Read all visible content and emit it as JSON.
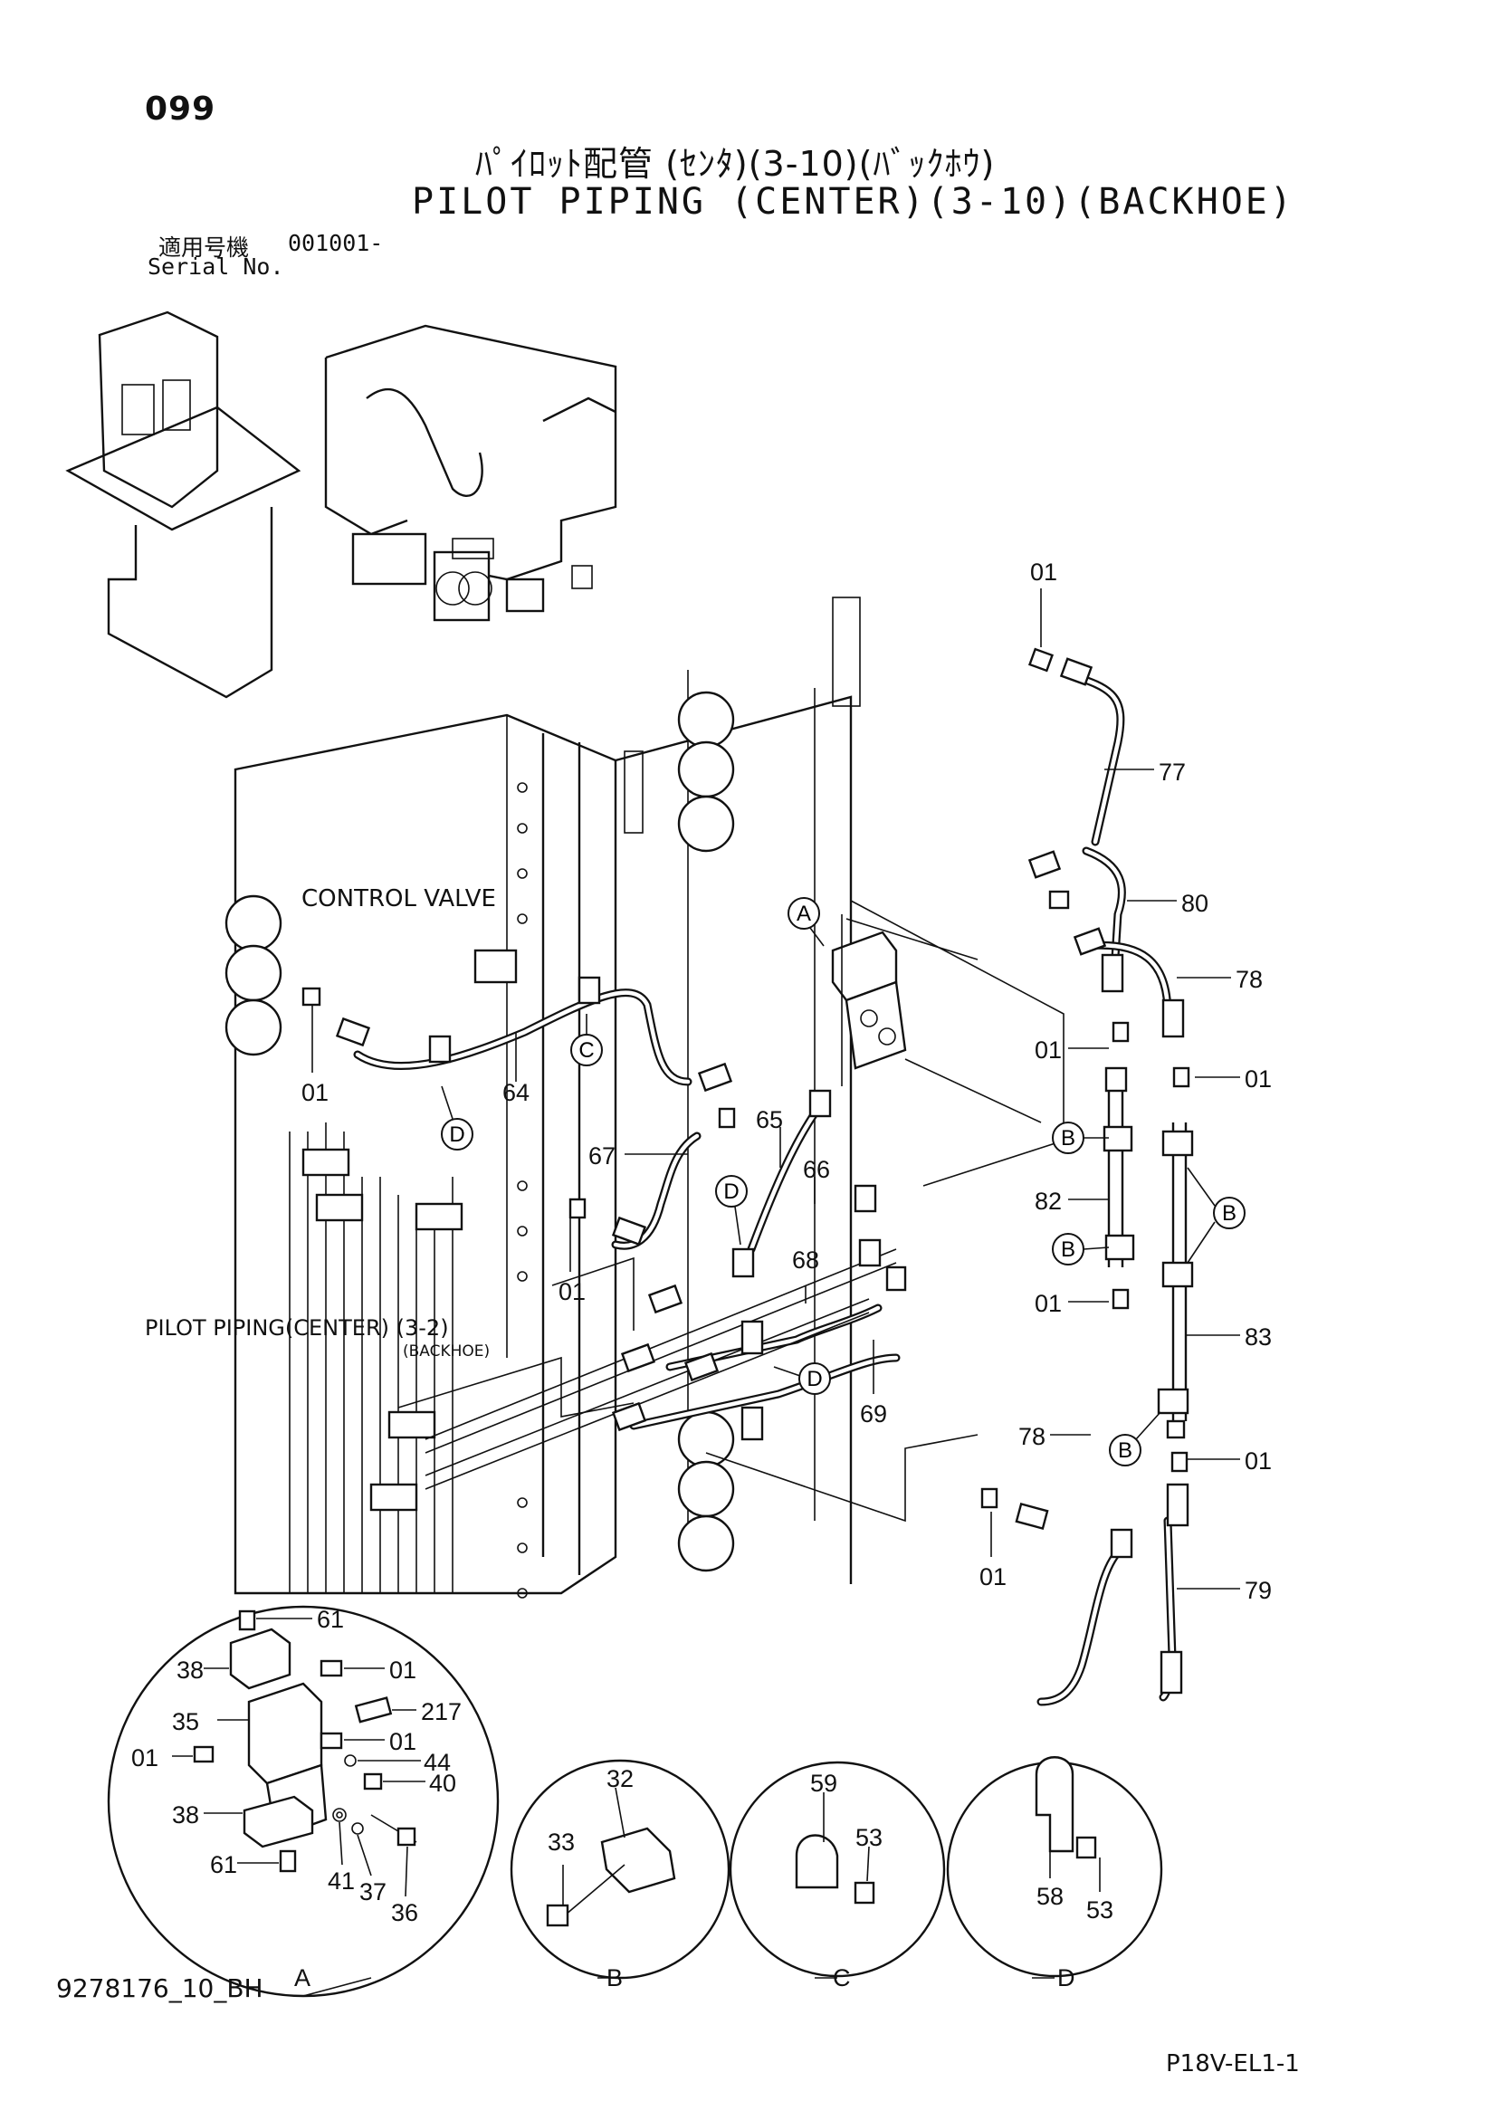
{
  "header": {
    "page_number": "099",
    "title_jp": "ﾊﾟｲﾛｯﾄ配管 (ｾﾝﾀ)(3-10)(ﾊﾞｯｸﾎｳ)",
    "title_en": "PILOT PIPING (CENTER)(3-10)(BACKHOE)",
    "serial_label_jp": "適用号機",
    "serial_value": "001001-",
    "serial_label_en": "Serial No."
  },
  "notes": {
    "control_valve": "CONTROL VALVE",
    "pilot_piping_ref": "PILOT PIPING(CENTER) (3-2)",
    "pilot_piping_ref_sub": "(BACKHOE)"
  },
  "part_numbers": {
    "p01_top": "01",
    "p77": "77",
    "p80": "80",
    "p78_right": "78",
    "p01_right_a": "01",
    "p01_right_b": "01",
    "p82": "82",
    "p01_right_c": "01",
    "p83": "83",
    "p78_lower": "78",
    "p01_right_d": "01",
    "p01_lower": "01",
    "p79": "79",
    "p01_left": "01",
    "p64": "64",
    "p67": "67",
    "p65": "65",
    "p66": "66",
    "p68": "68",
    "p69": "69",
    "p01_mid": "01"
  },
  "ref_marks": {
    "a": "A",
    "b": "B",
    "c": "C",
    "d": "D"
  },
  "detail_a": {
    "label": "A",
    "parts": [
      "61",
      "38",
      "01",
      "217",
      "35",
      "01",
      "01",
      "44",
      "40",
      "38",
      "61",
      "41",
      "37",
      "36"
    ]
  },
  "detail_b": {
    "label": "B",
    "parts": [
      "32",
      "33"
    ]
  },
  "detail_c": {
    "label": "C",
    "parts": [
      "59",
      "53"
    ]
  },
  "detail_d": {
    "label": "D",
    "parts": [
      "58",
      "53"
    ]
  },
  "footer": {
    "document_id": "9278176_10_BH",
    "sheet_code": "P18V-EL1-1"
  }
}
